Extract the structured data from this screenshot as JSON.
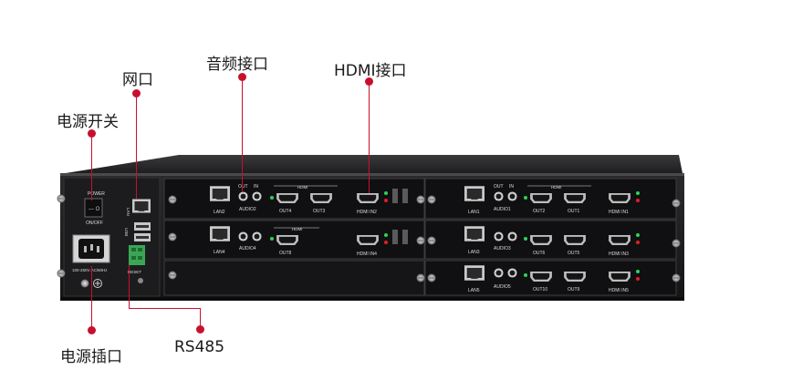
{
  "callouts": {
    "audio": "音频接口",
    "hdmi": "HDMI接口",
    "network": "网口",
    "power_switch": "电源开关",
    "power_socket": "电源插口",
    "rs485": "RS485"
  },
  "panel": {
    "power": "POWER",
    "onoff": "ON/OFF",
    "voltage": "100-250V AC/60Hz",
    "lan": "LAN",
    "usb": "USB",
    "reset": "RESET",
    "out": "OUT",
    "in": "IN",
    "hdmi": "HDMI",
    "row1": {
      "lan_a": "LAN2",
      "audio_a": "AUDIO2",
      "out_a": "OUT4",
      "out_b": "OUT3",
      "in_a": "HDMI IN2",
      "lan_b": "LAN1",
      "audio_b": "AUDIO1",
      "out_c": "OUT2",
      "out_d": "OUT1",
      "in_b": "HDMI IN1"
    },
    "row2": {
      "lan_a": "LAN4",
      "audio_a": "AUDIO4",
      "out_a": "OUT8",
      "in_a": "HDMI IN4",
      "lan_b": "LAN3",
      "audio_b": "AUDIO3",
      "out_c": "OUT6",
      "out_d": "OUT5",
      "in_b": "HDMI IN3"
    },
    "row3": {
      "lan_b": "LAN5",
      "audio_b": "AUDIO5",
      "out_c": "OUT10",
      "out_d": "OUT9",
      "in_b": "HDMI IN5"
    }
  },
  "colors": {
    "accent": "#c8102e",
    "chassis": "#1b1b1d"
  }
}
